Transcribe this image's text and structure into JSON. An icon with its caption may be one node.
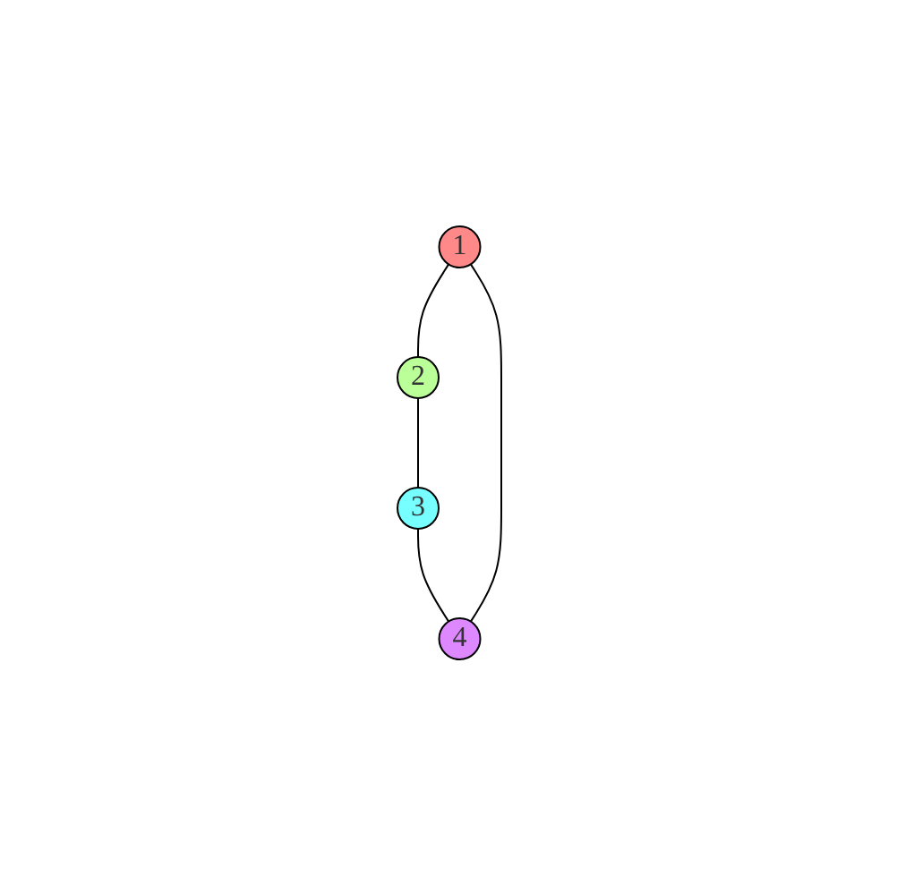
{
  "diagram": {
    "nodes": [
      {
        "text": [
          "1"
        ]
      },
      {
        "text": [
          "2"
        ]
      },
      {
        "text": [
          "3"
        ]
      },
      {
        "text": [
          "4"
        ]
      }
    ],
    "edges": [
      {
        "from": 0,
        "to": 1,
        "arrow": "none"
      },
      {
        "from": 1,
        "to": 2,
        "arrow": "none"
      },
      {
        "from": 2,
        "to": 3,
        "arrow": "none"
      },
      {
        "from": 3,
        "to": 0,
        "arrow": "none"
      }
    ]
  }
}
